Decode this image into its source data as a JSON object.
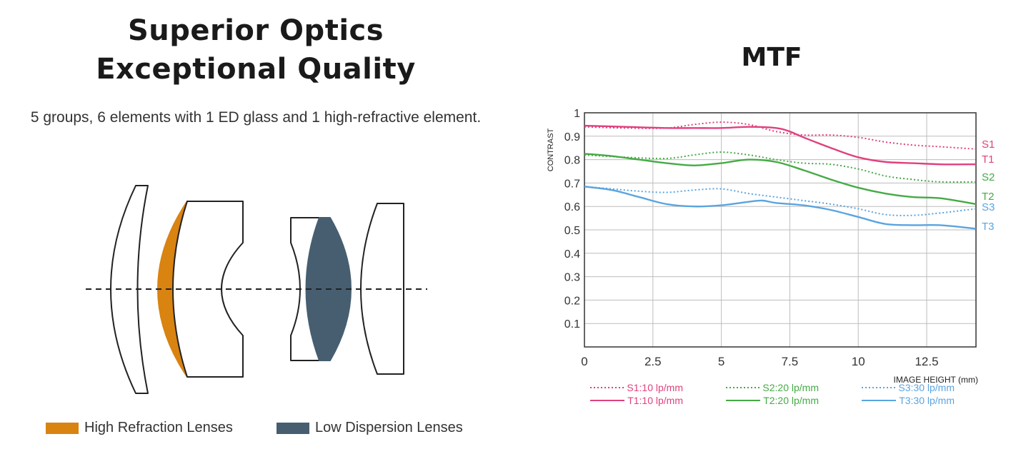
{
  "left": {
    "title_line1": "Superior Optics",
    "title_line2": "Exceptional Quality",
    "subtitle": "5 groups, 6 elements with 1 ED glass and 1 high-refractive element.",
    "legend": [
      {
        "label": "High Refraction Lenses",
        "color": "#d98311"
      },
      {
        "label": "Low Dispersion Lenses",
        "color": "#465e70"
      }
    ]
  },
  "right": {
    "title": "MTF"
  },
  "colors": {
    "pink": "#e0407e",
    "green": "#45aa45",
    "blue": "#5aa4e0",
    "grid": "#bdbdbd",
    "axis": "#333333"
  },
  "chart_data": {
    "type": "line",
    "title": "MTF",
    "xlabel": "IMAGE HEIGHT  (mm)",
    "ylabel": "CONTRAST",
    "xlim": [
      0,
      14.3
    ],
    "ylim": [
      0,
      1
    ],
    "xticks": [
      "0",
      "2.5",
      "5",
      "7.5",
      "10",
      "12.5"
    ],
    "yticks": [
      "0.1",
      "0.2",
      "0.3",
      "0.4",
      "0.5",
      "0.6",
      "0.7",
      "0.8",
      "0.9",
      "1"
    ],
    "grid": true,
    "series": [
      {
        "name": "S1:10 lp/mm",
        "end_label": "S1",
        "style": "dotted",
        "color": "#e0407e",
        "x": [
          0,
          1.5,
          3.0,
          4.0,
          5.0,
          6.0,
          7.0,
          8.0,
          9.0,
          10.0,
          11.0,
          12.0,
          13.0,
          14.3
        ],
        "y": [
          0.94,
          0.935,
          0.935,
          0.95,
          0.96,
          0.95,
          0.92,
          0.905,
          0.905,
          0.895,
          0.875,
          0.862,
          0.855,
          0.845
        ]
      },
      {
        "name": "T1:10 lp/mm",
        "end_label": "T1",
        "style": "solid",
        "color": "#e0407e",
        "x": [
          0,
          1.5,
          3.0,
          4.0,
          5.0,
          6.0,
          7.0,
          7.5,
          8.0,
          9.0,
          10.0,
          11.0,
          12.0,
          13.0,
          14.3
        ],
        "y": [
          0.945,
          0.94,
          0.935,
          0.935,
          0.935,
          0.94,
          0.935,
          0.92,
          0.895,
          0.85,
          0.81,
          0.79,
          0.785,
          0.78,
          0.78
        ]
      },
      {
        "name": "S2:20 lp/mm",
        "end_label": "S2",
        "style": "dotted",
        "color": "#45aa45",
        "x": [
          0,
          1.5,
          3.0,
          4.0,
          5.0,
          6.0,
          7.0,
          8.0,
          9.0,
          10.0,
          11.0,
          12.0,
          13.0,
          14.3
        ],
        "y": [
          0.82,
          0.81,
          0.805,
          0.82,
          0.832,
          0.82,
          0.8,
          0.785,
          0.78,
          0.76,
          0.73,
          0.715,
          0.705,
          0.705
        ]
      },
      {
        "name": "T2:20 lp/mm",
        "end_label": "T2",
        "style": "solid",
        "color": "#45aa45",
        "x": [
          0,
          1.0,
          2.0,
          3.0,
          4.0,
          5.0,
          6.0,
          7.0,
          8.0,
          9.0,
          10.0,
          11.0,
          12.0,
          13.0,
          14.3
        ],
        "y": [
          0.825,
          0.815,
          0.8,
          0.785,
          0.775,
          0.785,
          0.8,
          0.79,
          0.755,
          0.715,
          0.68,
          0.655,
          0.64,
          0.635,
          0.61
        ]
      },
      {
        "name": "S3:30 lp/mm",
        "end_label": "S3",
        "style": "dotted",
        "color": "#5aa4e0",
        "x": [
          0,
          1.0,
          2.0,
          3.0,
          4.0,
          5.0,
          6.0,
          7.0,
          8.0,
          9.0,
          10.0,
          11.0,
          12.0,
          13.0,
          14.3
        ],
        "y": [
          0.685,
          0.675,
          0.665,
          0.66,
          0.67,
          0.675,
          0.655,
          0.64,
          0.625,
          0.61,
          0.59,
          0.565,
          0.562,
          0.572,
          0.59
        ]
      },
      {
        "name": "T3:30 lp/mm",
        "end_label": "T3",
        "style": "solid",
        "color": "#5aa4e0",
        "x": [
          0,
          1.0,
          2.0,
          3.0,
          4.0,
          5.0,
          6.0,
          6.5,
          7.0,
          8.0,
          9.0,
          10.0,
          11.0,
          12.0,
          13.0,
          14.3
        ],
        "y": [
          0.685,
          0.67,
          0.64,
          0.61,
          0.6,
          0.605,
          0.62,
          0.625,
          0.615,
          0.605,
          0.585,
          0.555,
          0.525,
          0.52,
          0.52,
          0.505
        ]
      }
    ]
  }
}
